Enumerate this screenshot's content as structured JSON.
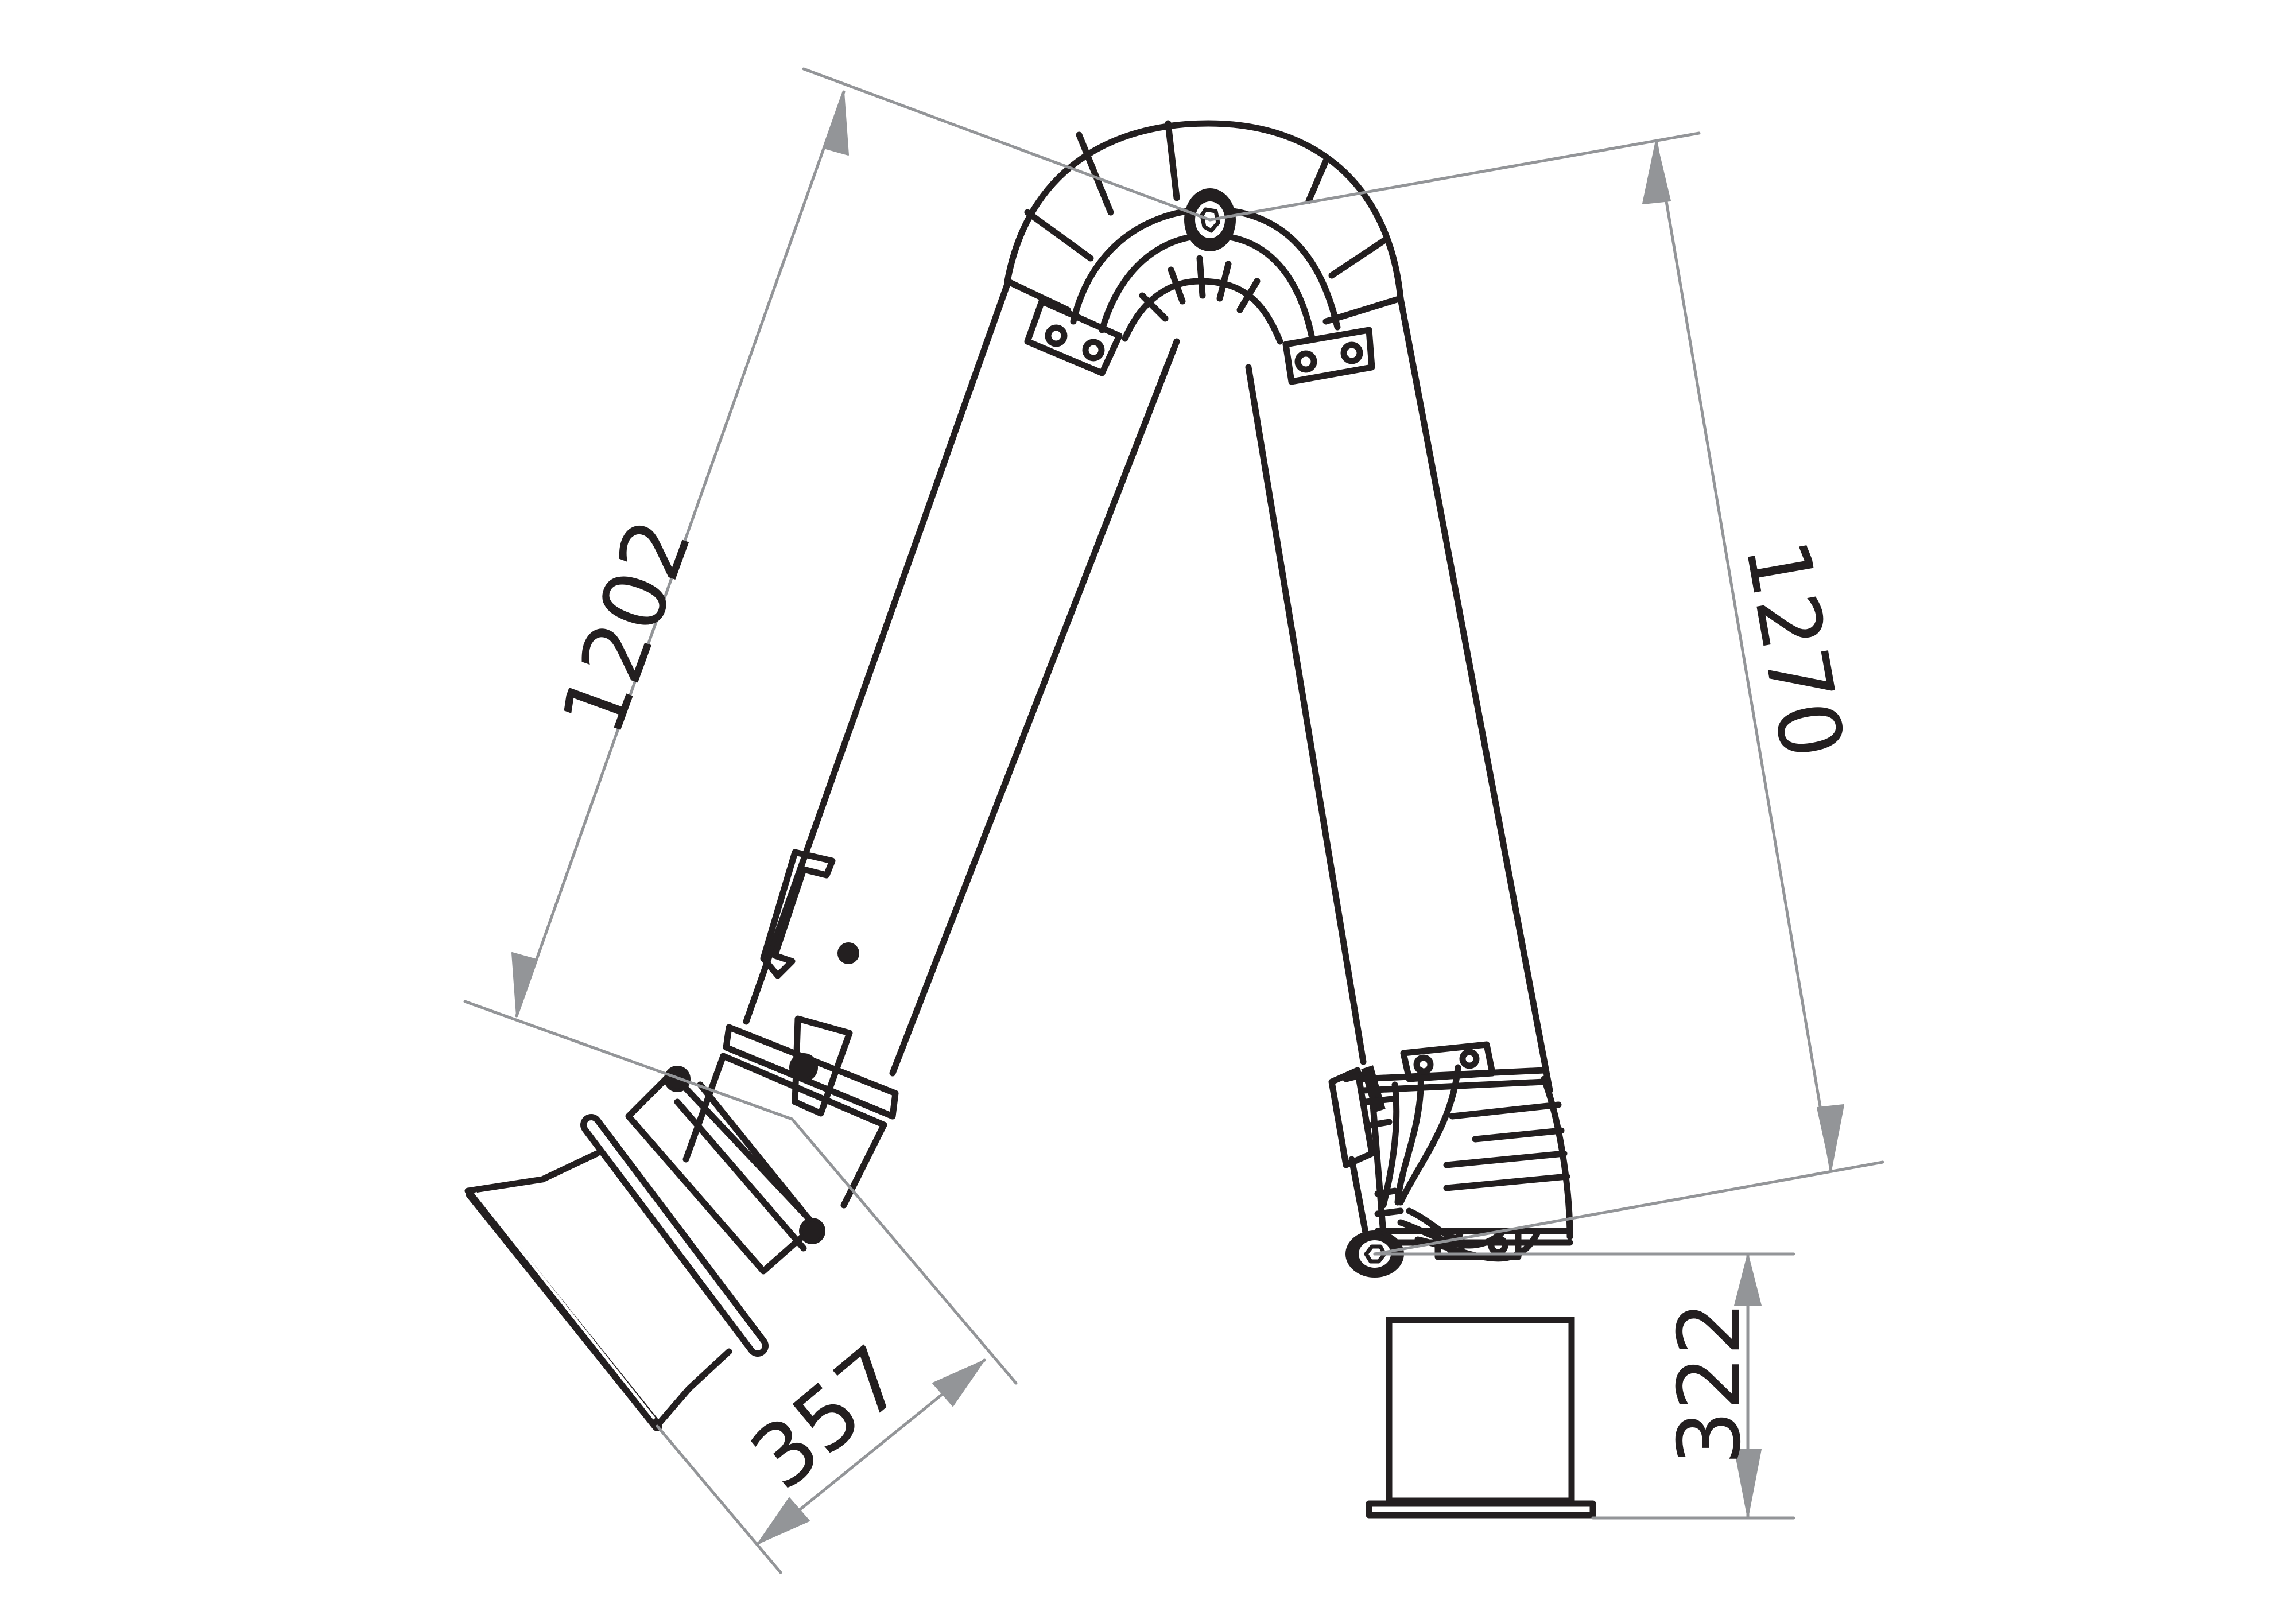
{
  "drawing": {
    "title": "Extraction arm technical drawing",
    "line_color": "#231f20",
    "dimension_color": "#939598",
    "units": "mm"
  },
  "dimensions": {
    "inner_arm_length": {
      "label": "1202",
      "value": 1202
    },
    "outer_arm_length": {
      "label": "1270",
      "value": 1270
    },
    "hood_length": {
      "label": "357",
      "value": 357
    },
    "base_height": {
      "label": "322",
      "value": 322
    }
  }
}
